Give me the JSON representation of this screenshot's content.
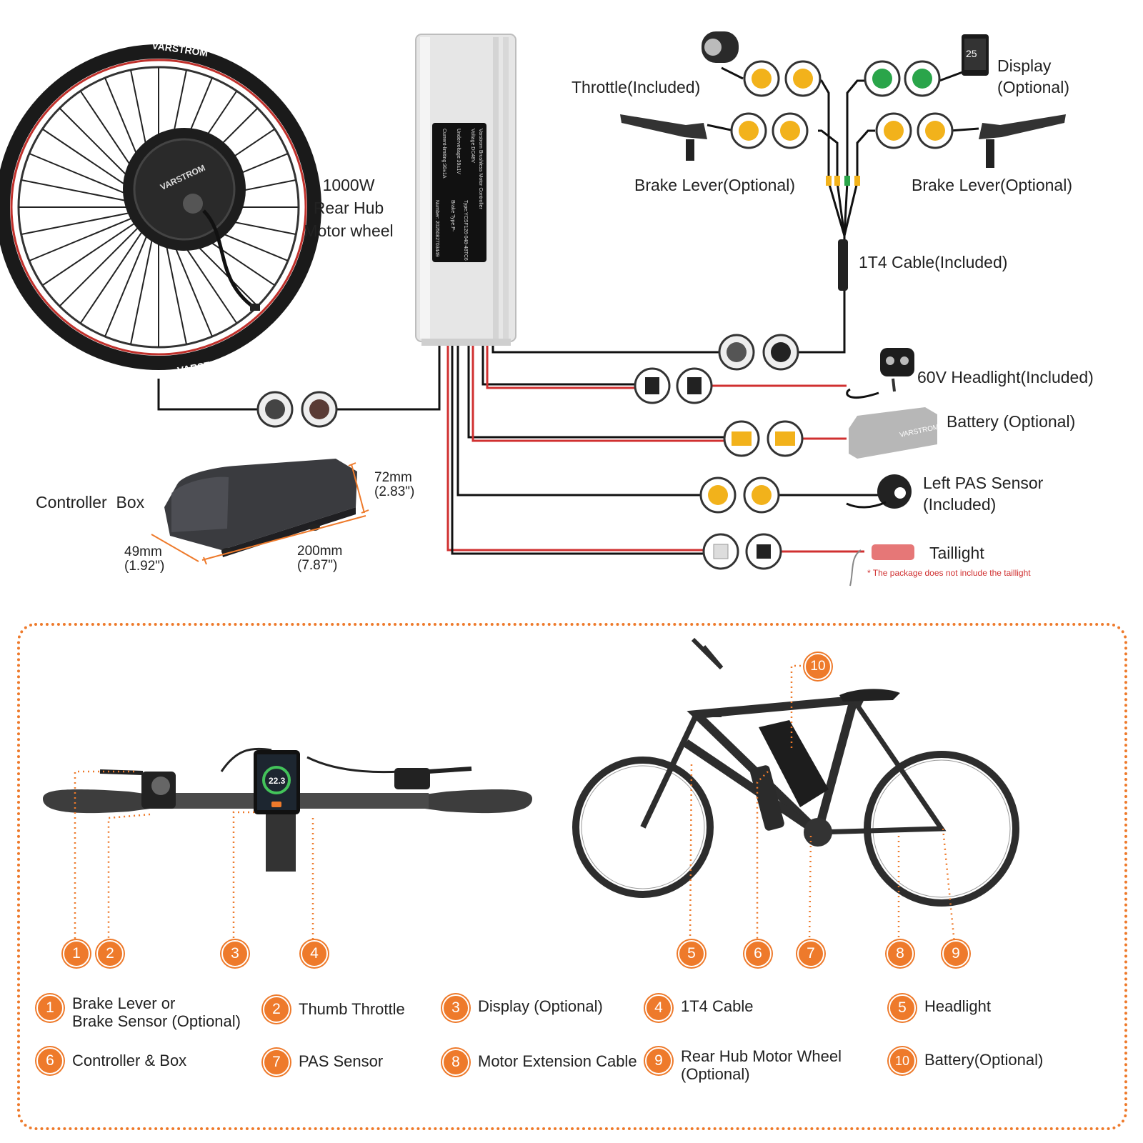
{
  "components": {
    "motor_wheel": {
      "line1": "1000W",
      "line2": "Rear Hub",
      "line3": "Motor wheel",
      "rim_brand": "VARSTROM"
    },
    "controller_label": "Controller  Box",
    "controller_plate": {
      "l1": "Varstrom Brushless Motor Controller",
      "l2": "Voltage:DC48V",
      "l3": "Type:YCSF126-048-48TC6",
      "l4": "Undervoltage:39±1V",
      "l5": "Brake Type:P-",
      "l6": "Current-limiting:30±1A",
      "l7": "Number: 2025082703449"
    },
    "throttle": "Throttle(Included)",
    "display": {
      "line1": "Display",
      "line2": "(Optional)"
    },
    "brake_left": "Brake Lever(Optional)",
    "brake_right": "Brake Lever(Optional)",
    "cable_1t4": "1T4 Cable(Included)",
    "headlight": "60V Headlight(Included)",
    "battery": "Battery (Optional)",
    "pas": {
      "line1": "Left PAS Sensor",
      "line2": "(Included)"
    },
    "taillight": "Taillight",
    "taillight_note": "* The package does not include the taillight"
  },
  "dimensions": {
    "height": {
      "mm": "72mm",
      "in": "(2.83\")"
    },
    "width": {
      "mm": "49mm",
      "in": "(1.92\")"
    },
    "length": {
      "mm": "200mm",
      "in": "(7.87\")"
    }
  },
  "callout_numbers": [
    "1",
    "2",
    "3",
    "4",
    "5",
    "6",
    "7",
    "8",
    "9",
    "10"
  ],
  "legend": [
    {
      "num": "1",
      "line1": "Brake Lever or",
      "line2": "Brake Sensor (Optional)"
    },
    {
      "num": "2",
      "line1": "Thumb Throttle",
      "line2": ""
    },
    {
      "num": "3",
      "line1": "Display (Optional)",
      "line2": ""
    },
    {
      "num": "4",
      "line1": "1T4 Cable",
      "line2": ""
    },
    {
      "num": "5",
      "line1": "Headlight",
      "line2": ""
    },
    {
      "num": "6",
      "line1": "Controller & Box",
      "line2": ""
    },
    {
      "num": "7",
      "line1": "PAS Sensor",
      "line2": ""
    },
    {
      "num": "8",
      "line1": "Motor Extension Cable",
      "line2": ""
    },
    {
      "num": "9",
      "line1": "Rear Hub Motor Wheel",
      "line2": "(Optional)"
    },
    {
      "num": "10",
      "line1": "Battery(Optional)",
      "line2": ""
    }
  ],
  "display_screen": {
    "speed": "22.3"
  },
  "colors": {
    "accent": "#ee7a2b",
    "wire_red": "#d03030",
    "wire_black": "#111111",
    "connector_yellow": "#f2b21b",
    "connector_green": "#2aa54a"
  }
}
